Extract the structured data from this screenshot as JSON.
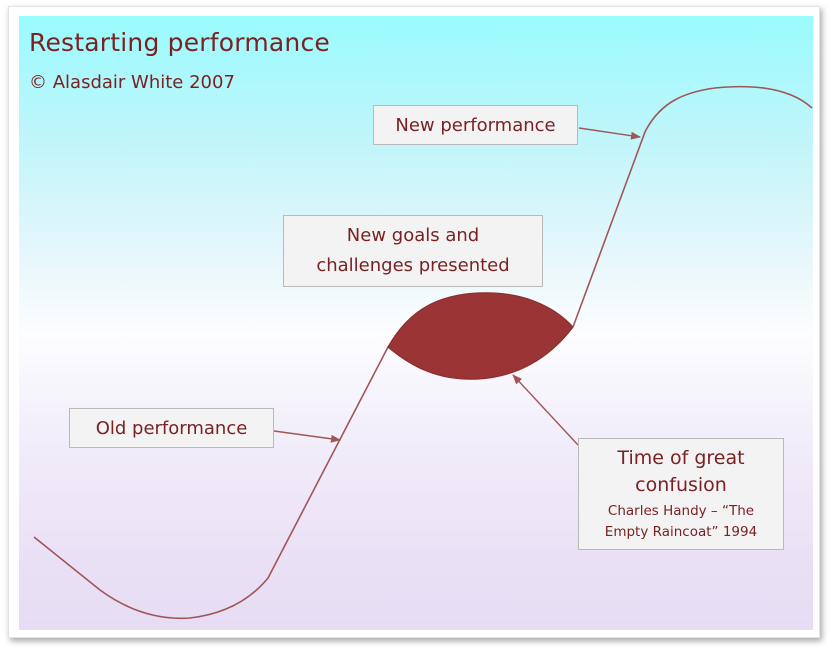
{
  "title": "Restarting performance",
  "copyright": "© Alasdair White 2007",
  "labels": {
    "new_performance": "New performance",
    "new_goals_line1": "New goals and",
    "new_goals_line2": "challenges presented",
    "old_performance": "Old performance",
    "confusion_line1": "Time of great",
    "confusion_line2": "confusion",
    "citation_line1": "Charles Handy – “The",
    "citation_line2": "Empty Raincoat” 1994"
  },
  "colors": {
    "curve": "#a05656",
    "lens_fill": "#9b3535",
    "text": "#7a2223"
  }
}
